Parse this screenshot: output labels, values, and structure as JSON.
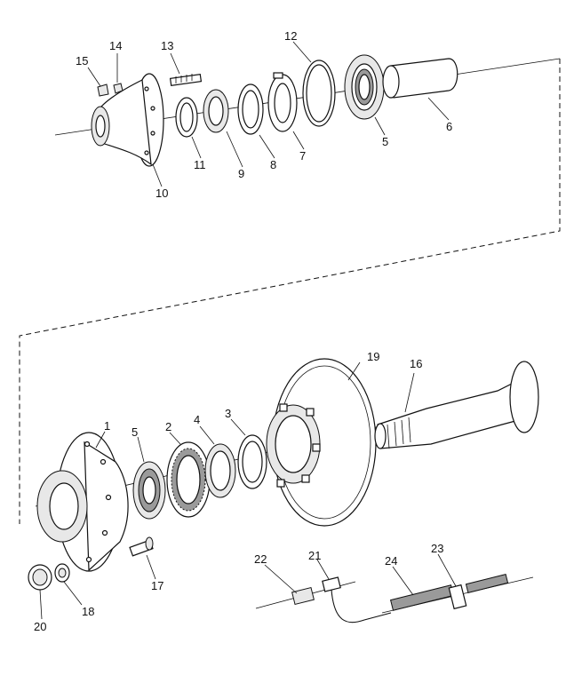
{
  "callouts": [
    {
      "id": "c15",
      "text": "15"
    },
    {
      "id": "c14",
      "text": "14"
    },
    {
      "id": "c13",
      "text": "13"
    },
    {
      "id": "c12",
      "text": "12"
    },
    {
      "id": "c6",
      "text": "6"
    },
    {
      "id": "c5a",
      "text": "5"
    },
    {
      "id": "c7",
      "text": "7"
    },
    {
      "id": "c8",
      "text": "8"
    },
    {
      "id": "c9",
      "text": "9"
    },
    {
      "id": "c11",
      "text": "11"
    },
    {
      "id": "c10",
      "text": "10"
    },
    {
      "id": "c19",
      "text": "19"
    },
    {
      "id": "c16",
      "text": "16"
    },
    {
      "id": "c1",
      "text": "1"
    },
    {
      "id": "c5b",
      "text": "5"
    },
    {
      "id": "c2",
      "text": "2"
    },
    {
      "id": "c4",
      "text": "4"
    },
    {
      "id": "c3",
      "text": "3"
    },
    {
      "id": "c17",
      "text": "17"
    },
    {
      "id": "c22",
      "text": "22"
    },
    {
      "id": "c21",
      "text": "21"
    },
    {
      "id": "c24",
      "text": "24"
    },
    {
      "id": "c23",
      "text": "23"
    },
    {
      "id": "c20",
      "text": "20"
    },
    {
      "id": "c18",
      "text": "18"
    }
  ]
}
